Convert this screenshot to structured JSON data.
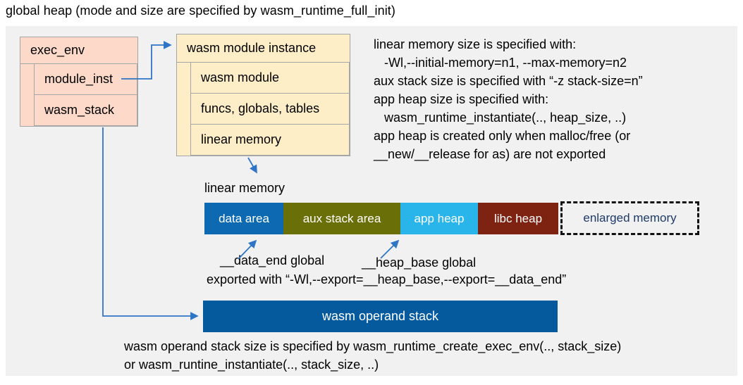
{
  "title": "global heap (mode and size are specified by wasm_runtime_full_init)",
  "colors": {
    "panel_bg": "#f1f1f2",
    "salmon_box": "#fcd9c8",
    "cream_box": "#fdeec8",
    "box_border": "#a6a6a6",
    "arrow_blue": "#2f75c6",
    "operand_bar": "#055a9e",
    "enlarged_text": "#1e3a68"
  },
  "exec_env": {
    "header": "exec_env",
    "fields": [
      "module_inst",
      "wasm_stack"
    ]
  },
  "module_instance": {
    "header": "wasm module instance",
    "fields": [
      "wasm module",
      "funcs, globals, tables",
      "linear memory"
    ]
  },
  "notes_right": {
    "lines": [
      "linear memory size is specified with:",
      "   -Wl,--initial-memory=n1, --max-memory=n2",
      "aux stack size is specified with “-z stack-size=n”",
      "app heap size is specified with:",
      "   wasm_runtime_instantiate(.., heap_size, ..)",
      "app heap is created only when malloc/free (or",
      "__new/__release for as) are not exported"
    ]
  },
  "linear_memory": {
    "label": "linear memory",
    "segments": [
      {
        "label": "data area",
        "bg": "#0d6ab2",
        "fg": "#ffffff"
      },
      {
        "label": "aux stack area",
        "bg": "#6a6f08",
        "fg": "#ffffff"
      },
      {
        "label": "app heap",
        "bg": "#29b5ea",
        "fg": "#ffffff"
      },
      {
        "label": "libc heap",
        "bg": "#7e2312",
        "fg": "#ffffff"
      },
      {
        "label": "enlarged memory",
        "bg": "transparent",
        "fg": "#1e3a68"
      }
    ]
  },
  "globals_labels": {
    "data_end": "__data_end global",
    "heap_base": "__heap_base global",
    "exported": "exported with “-Wl,--export=__heap_base,--export=__data_end”"
  },
  "operand_stack": {
    "label": "wasm operand stack"
  },
  "notes_bottom": {
    "lines": [
      "wasm operand stack size is specified by wasm_runtime_create_exec_env(.., stack_size)",
      "or wasm_runtine_instantiate(.., stack_size, ..)"
    ]
  }
}
